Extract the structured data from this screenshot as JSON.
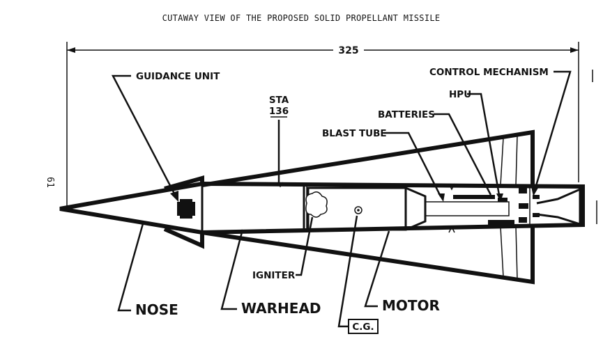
{
  "title": "CUTAWAY VIEW OF THE PROPOSED SOLID PROPELLANT MISSILE",
  "page_number": "61",
  "dimension": {
    "overall_length": "325"
  },
  "station": {
    "label": "STA",
    "value": "136"
  },
  "labels": {
    "guidance_unit": "GUIDANCE UNIT",
    "control_mechanism": "CONTROL MECHANISM",
    "hpu": "HPU",
    "batteries": "BATTERIES",
    "blast_tube": "BLAST TUBE",
    "igniter": "IGNITER",
    "nose": "NOSE",
    "warhead": "WARHEAD",
    "motor": "MOTOR",
    "cg": "C.G."
  }
}
